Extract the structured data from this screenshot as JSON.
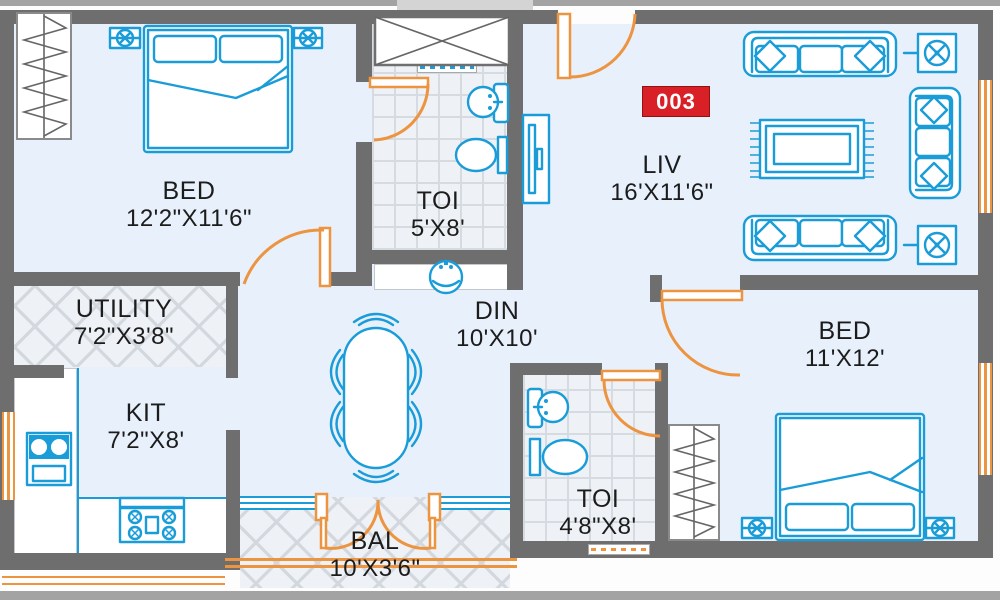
{
  "unit": {
    "number": "003"
  },
  "rooms": {
    "bed1": {
      "name": "BED",
      "dims": "12'2\"X11'6\""
    },
    "toi1": {
      "name": "TOI",
      "dims": "5'X8'"
    },
    "liv": {
      "name": "LIV",
      "dims": "16'X11'6\""
    },
    "utility": {
      "name": "UTILITY",
      "dims": "7'2\"X3'8\""
    },
    "din": {
      "name": "DIN",
      "dims": "10'X10'"
    },
    "bed2": {
      "name": "BED",
      "dims": "11'X12'"
    },
    "kit": {
      "name": "KIT",
      "dims": "7'2\"X8'"
    },
    "toi2": {
      "name": "TOI",
      "dims": "4'8\"X8'"
    },
    "bal": {
      "name": "BAL",
      "dims": "10'X3'6\""
    }
  },
  "icons": [
    "double-bed-icon",
    "wardrobe-icon",
    "sofa-icon",
    "lamp-table-icon",
    "rug-icon",
    "tv-unit-icon",
    "dining-table-icon",
    "washbasin-icon",
    "toilet-wc-icon",
    "kitchen-sink-icon",
    "stove-icon",
    "door-swing-icon",
    "window-icon",
    "duct-shaft-icon",
    "balcony-railing-icon"
  ],
  "colors": {
    "wall": "#6e6e6e",
    "floor": "#e8f1fb",
    "furniture": "#1a9cd8",
    "door": "#ec9440",
    "badge_bg": "#d92027",
    "badge_text": "#ffffff",
    "label_text": "#1c1c1c",
    "tile_line": "#d6dbe1",
    "tile_bg": "#eef1f5",
    "frame_gray": "#a3a3a3"
  }
}
